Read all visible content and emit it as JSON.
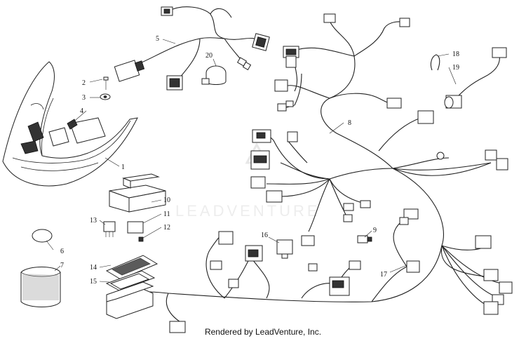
{
  "footer": {
    "credit": "Rendered by LeadVenture, Inc."
  },
  "watermark": {
    "text": "LEADVENTURE"
  },
  "callouts": [
    {
      "id": "c1",
      "label": "1"
    },
    {
      "id": "c2",
      "label": "2"
    },
    {
      "id": "c3",
      "label": "3"
    },
    {
      "id": "c4",
      "label": "4"
    },
    {
      "id": "c5",
      "label": "5"
    },
    {
      "id": "c6",
      "label": "6"
    },
    {
      "id": "c7",
      "label": "7"
    },
    {
      "id": "c8",
      "label": "8"
    },
    {
      "id": "c9",
      "label": "9"
    },
    {
      "id": "c10",
      "label": "10"
    },
    {
      "id": "c11",
      "label": "11"
    },
    {
      "id": "c12",
      "label": "12"
    },
    {
      "id": "c13",
      "label": "13"
    },
    {
      "id": "c14",
      "label": "14"
    },
    {
      "id": "c15",
      "label": "15"
    },
    {
      "id": "c16",
      "label": "16"
    },
    {
      "id": "c17",
      "label": "17"
    },
    {
      "id": "c18",
      "label": "18"
    },
    {
      "id": "c19",
      "label": "19"
    },
    {
      "id": "c20",
      "label": "20"
    }
  ]
}
